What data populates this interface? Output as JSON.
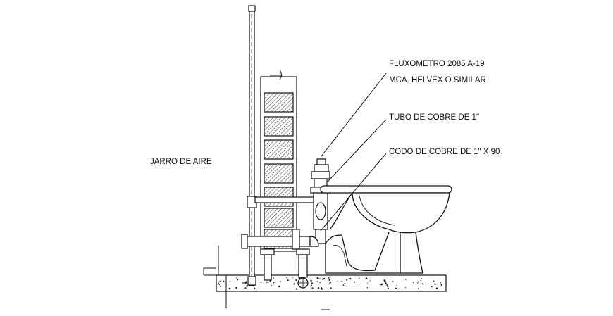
{
  "labels": {
    "air_vent": "JARRO DE AIRE",
    "flush_valve_line1": "FLUXOMETRO 2085 A-19",
    "flush_valve_line2": "MCA. HELVEX O SIMILAR",
    "copper_pipe": "TUBO DE COBRE DE 1\"",
    "copper_elbow": "CODO DE COBRE DE 1\" X 90"
  },
  "colors": {
    "line": "#111111",
    "hatch": "#333333",
    "background": "#ffffff"
  }
}
